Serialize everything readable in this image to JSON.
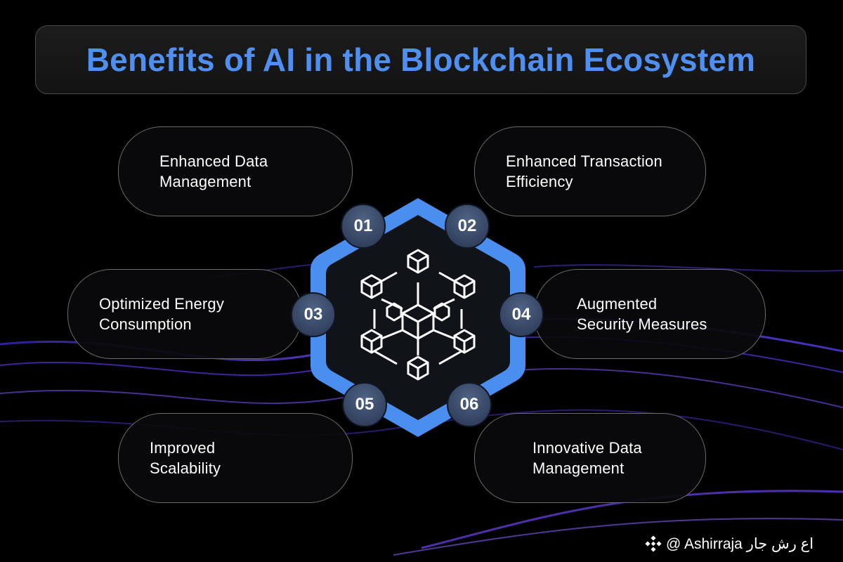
{
  "title": "Benefits of AI in the Blockchain Ecosystem",
  "benefits": [
    {
      "number": "01",
      "label": "Enhanced Data\nManagement"
    },
    {
      "number": "02",
      "label": "Enhanced Transaction\nEfficiency"
    },
    {
      "number": "03",
      "label": "Optimized Energy\nConsumption"
    },
    {
      "number": "04",
      "label": "Augmented\nSecurity Measures"
    },
    {
      "number": "05",
      "label": "Improved\nScalability"
    },
    {
      "number": "06",
      "label": "Innovative Data\nManagement"
    }
  ],
  "center_icon": "blockchain-cubes-icon",
  "watermark": {
    "icon": "binance-logo-icon",
    "text": "@ Ashirraja اع رش جار"
  },
  "colors": {
    "title": "#4f8ff0",
    "hexagon_ring": "#4a8ef0",
    "hexagon_fill": "#101418",
    "badge": "#3c4c6b",
    "wave": "#6a3df0"
  }
}
